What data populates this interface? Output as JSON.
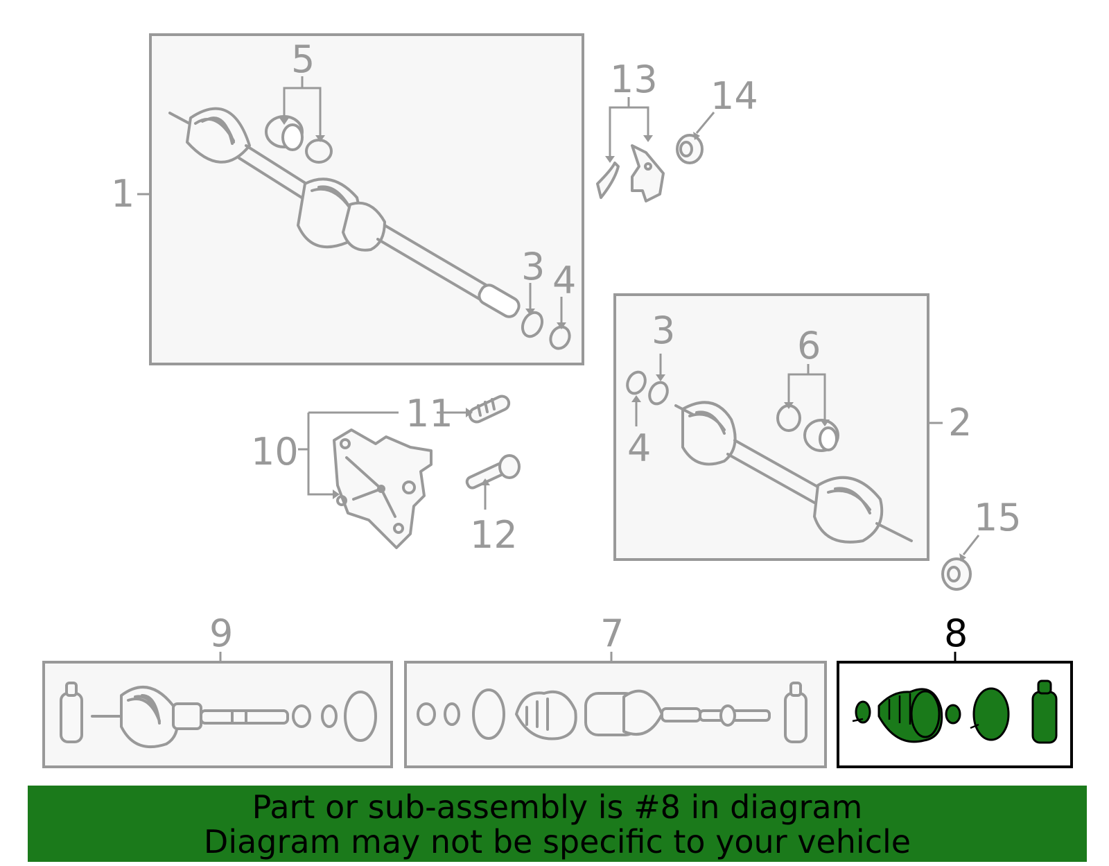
{
  "callouts": {
    "c1": "1",
    "c2": "2",
    "c3a": "3",
    "c3b": "3",
    "c4a": "4",
    "c4b": "4",
    "c5": "5",
    "c6": "6",
    "c7": "7",
    "c8": "8",
    "c9": "9",
    "c10": "10",
    "c11": "11",
    "c12": "12",
    "c13": "13",
    "c14": "14",
    "c15": "15"
  },
  "banner": {
    "line1": "Part or sub-assembly is #8 in diagram",
    "line2": "Diagram may not be specific to your vehicle",
    "color": "#1b7a1b"
  },
  "colors": {
    "highlight_part": "#1a7a1a",
    "line_art": "#999999",
    "highlight_outline": "#000000"
  },
  "highlighted_callout": "8"
}
